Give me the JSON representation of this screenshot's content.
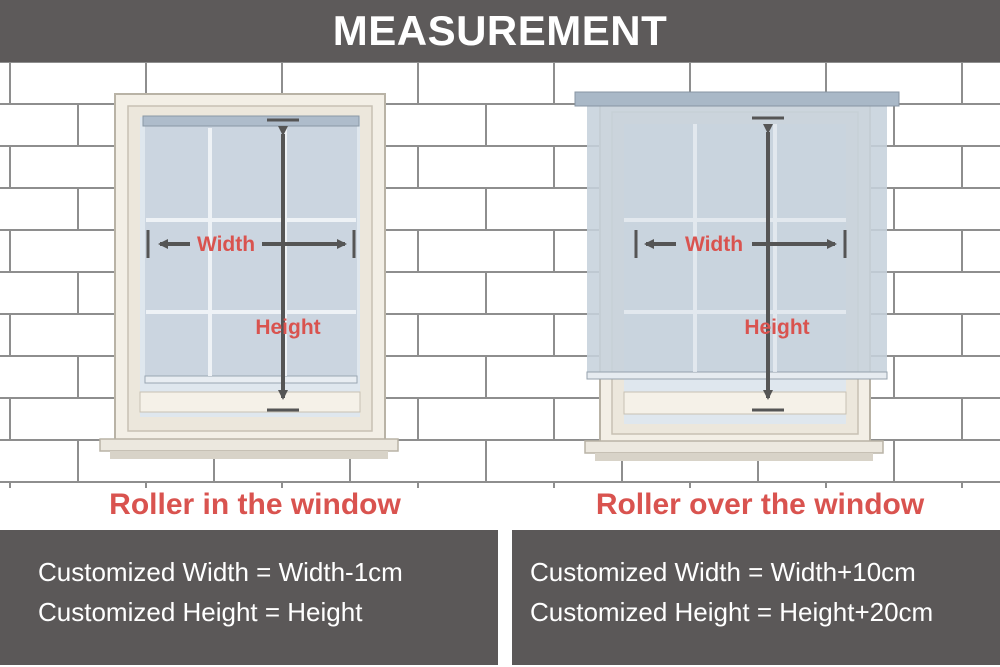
{
  "header": {
    "title": "MEASUREMENT"
  },
  "colors": {
    "header_bg": "#5d5a5a",
    "caption_red": "#d9534f",
    "box_bg": "#5b5858",
    "arrow": "#555555",
    "blind": "#c9d4de"
  },
  "left_panel": {
    "width_label": "Width",
    "height_label": "Height",
    "caption": "Roller in the window",
    "formula_width": "Customized Width = Width-1cm",
    "formula_height": "Customized Height = Height"
  },
  "right_panel": {
    "width_label": "Width",
    "height_label": "Height",
    "caption": "Roller over the window",
    "formula_width": "Customized Width = Width+10cm",
    "formula_height": "Customized Height = Height+20cm"
  }
}
